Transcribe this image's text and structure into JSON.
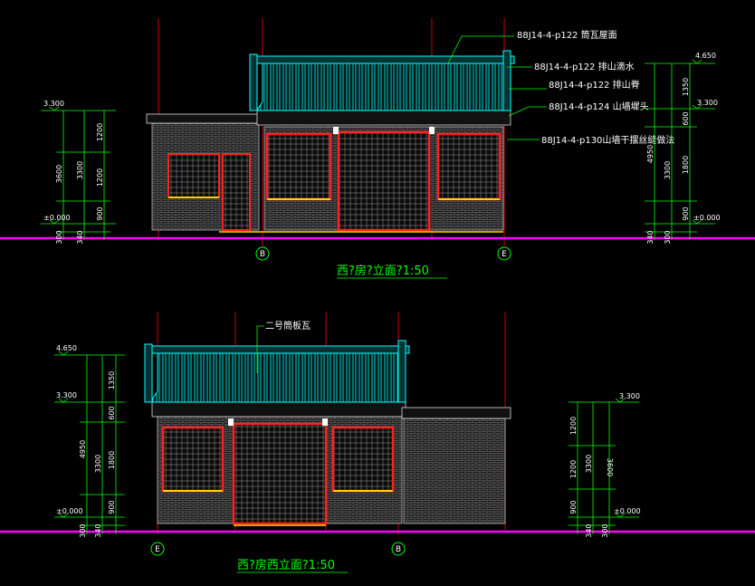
{
  "top_elevation": {
    "title": "西?房?立面?1:50",
    "callouts": [
      "88J14-4-p122 筒瓦屋面",
      "88J14-4-p122 排山滴水",
      "88J14-4-p122 排山脊",
      "88J14-4-p124 山墙墀头",
      "88J14-4-p130山墙干摆丝缝做法"
    ],
    "left_levels": [
      "3.300",
      "±0.000"
    ],
    "left_dims_outer": [
      "3600",
      "300"
    ],
    "left_dims_mid": [
      "3300"
    ],
    "left_dims_inner": [
      "1200",
      "1200",
      "900"
    ],
    "left_dim_340": "340",
    "right_levels": [
      "4.650",
      "3.300",
      "±0.000"
    ],
    "right_dims_outer": [
      "4950",
      "340"
    ],
    "right_dims_mid": [
      "3300"
    ],
    "right_dims_inner": [
      "1350",
      "600",
      "1800",
      "900"
    ],
    "right_dim_300": "300",
    "axes": [
      "B",
      "E"
    ]
  },
  "bottom_elevation": {
    "title": "西?房西立面?1:50",
    "roof_label": "二号筒板瓦",
    "left_levels": [
      "4.650",
      "3.300",
      "±0.000"
    ],
    "left_dims_outer": [
      "4950",
      "300"
    ],
    "left_dims_mid": [
      "3300"
    ],
    "left_dims_inner": [
      "1350",
      "600",
      "1800",
      "900"
    ],
    "left_dim_340": "340",
    "right_levels": [
      "3.300",
      "±0.000"
    ],
    "right_dims_outer": [
      "3600",
      "300"
    ],
    "right_dims_mid": [
      "3300"
    ],
    "right_dims_inner": [
      "1200",
      "1200",
      "900"
    ],
    "right_dim_340": "340",
    "axes": [
      "E",
      "B"
    ]
  },
  "colors": {
    "background": "#000000",
    "ground": "#ff00ff",
    "dimension": "#00ff00",
    "roof_tiles": "#00ffff",
    "frame": "#ff0000",
    "brick": "#8a8a8a",
    "axis_line": "#ff0000",
    "text": "#ffffff"
  }
}
